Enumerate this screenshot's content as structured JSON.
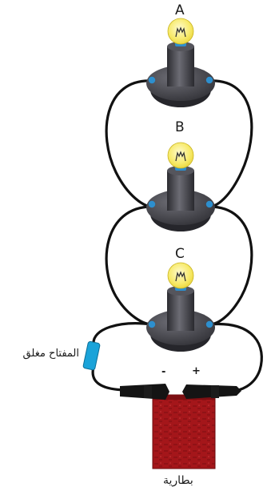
{
  "bulbs": [
    {
      "label": "A"
    },
    {
      "label": "B"
    },
    {
      "label": "C"
    }
  ],
  "switch": {
    "label": "المفتاح مغلق",
    "state": "closed",
    "color": "#1aa3d9"
  },
  "battery": {
    "label": "بطارية",
    "negative": "-",
    "positive": "+",
    "color": "#a4161a"
  },
  "colors": {
    "wire": "#111111",
    "glass": "#f3e35a",
    "bulb_base": "#2d8fce",
    "holder": "#3e3e44",
    "clip": "#141414"
  }
}
